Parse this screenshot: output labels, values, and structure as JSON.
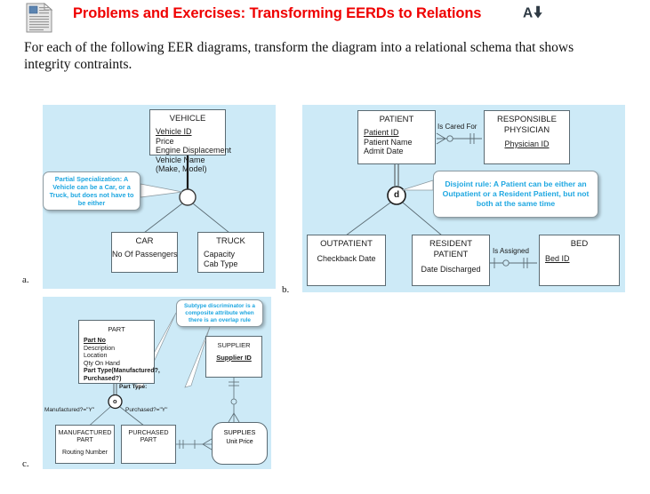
{
  "header": {
    "icon": "document-icon",
    "title": "Problems and Exercises: Transforming EERDs to Relations",
    "sort_icon": "a-down-arrow-icon",
    "title_color": "#ef0000"
  },
  "intro": "For each of the following EER diagrams, transform the diagram into a relational schema that shows integrity contraints.",
  "panels": {
    "a": {
      "letter": "a.",
      "entities": {
        "vehicle": {
          "name": "VEHICLE",
          "attrs": [
            "Vehicle ID",
            "Price",
            "Engine Displacement",
            "Vehicle Name",
            " (Make, Model)"
          ]
        },
        "car": {
          "name": "CAR",
          "attrs": [
            "No Of Passengers"
          ]
        },
        "truck": {
          "name": "TRUCK",
          "attrs": [
            "Capacity",
            "Cab Type"
          ]
        }
      },
      "specialization_symbol": "",
      "callout": "Partial Specialization: A Vehicle can be a Car, or a Truck, but does not have to be either"
    },
    "b": {
      "letter": "b.",
      "entities": {
        "patient": {
          "name": "PATIENT",
          "attrs": [
            "Patient ID",
            "Patient Name",
            "Admit Date"
          ]
        },
        "responsible_physician": {
          "name": "RESPONSIBLE PHYSICIAN",
          "attrs": [
            "Physician ID"
          ]
        },
        "outpatient": {
          "name": "OUTPATIENT",
          "attrs": [
            "Checkback Date"
          ]
        },
        "resident_patient": {
          "name": "RESIDENT PATIENT",
          "attrs": [
            "Date Discharged"
          ]
        },
        "bed": {
          "name": "BED",
          "attrs": [
            "Bed ID"
          ]
        }
      },
      "relationships": {
        "is_cared_for": "Is Cared For",
        "is_assigned": "Is Assigned"
      },
      "specialization_symbol": "d",
      "callout": "Disjoint rule: A Patient can be either an Outpatient or a Resident Patient, but not both at the same time"
    },
    "c": {
      "letter": "c.",
      "entities": {
        "part": {
          "name": "PART",
          "attrs": [
            "Part No",
            "Description",
            "Location",
            "Qty On Hand",
            "Part Type(Manufactured?,",
            " Purchased?)"
          ]
        },
        "supplier": {
          "name": "SUPPLIER",
          "attrs": [
            "Supplier ID"
          ]
        },
        "manufactured_part": {
          "name": "MANUFACTURED PART",
          "attrs": [
            "Routing Number"
          ]
        },
        "purchased_part": {
          "name": "PURCHASED PART",
          "attrs": []
        },
        "supplies": {
          "name": "SUPPLIES",
          "attrs": [
            "Unit Price"
          ]
        }
      },
      "discriminator_label": "Part Type:",
      "branch_labels": {
        "left": "Manufactured?=\"Y\"",
        "right": "Purchased?=\"Y\""
      },
      "specialization_symbol": "o",
      "callout": "Subtype discriminator is a composite attribute when there is an overlap rule"
    }
  },
  "colors": {
    "panel_bg": "#cdeaf7",
    "callout_text": "#1ea7e1",
    "line": "#5b6b73"
  }
}
